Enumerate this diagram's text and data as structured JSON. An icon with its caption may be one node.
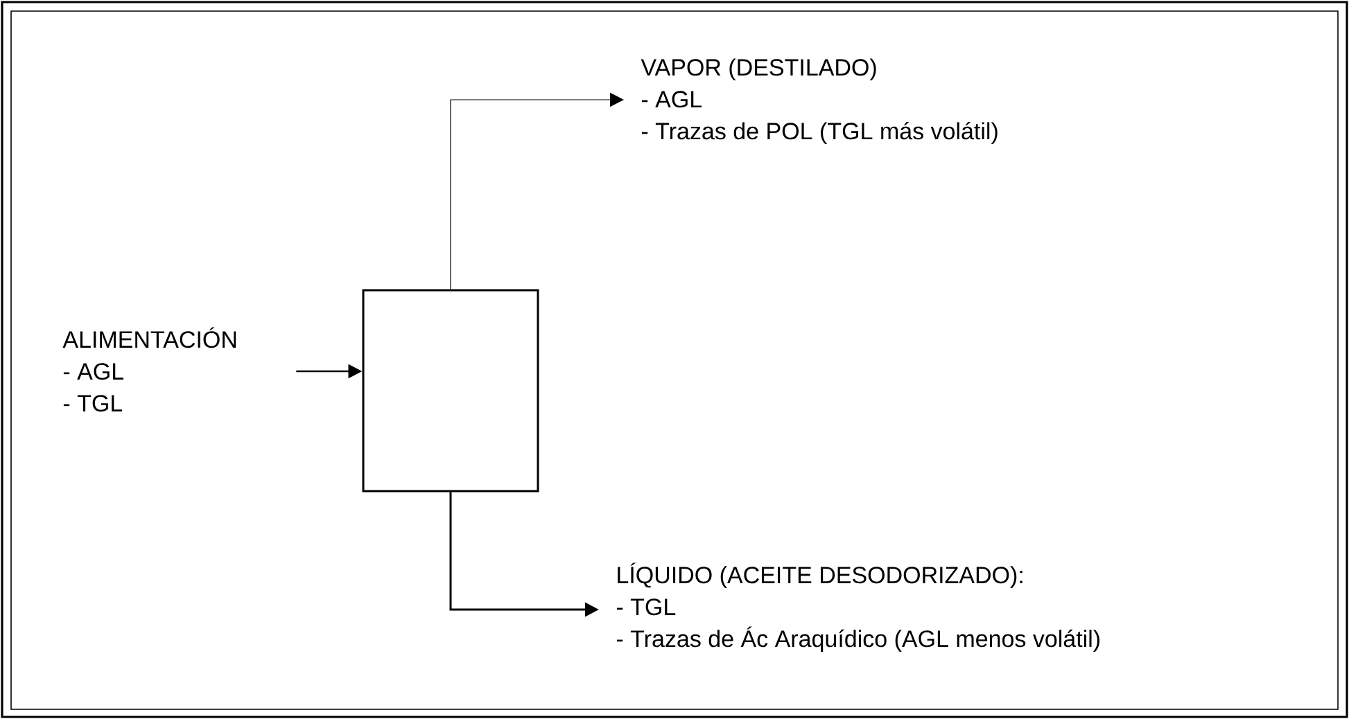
{
  "diagram": {
    "nodes": [
      {
        "text": [
          "ALIMENTACIÓN",
          "- AGL",
          "- TGL"
        ]
      },
      {
        "text": [],
        "shape": "box"
      },
      {
        "text": [
          "VAPOR (DESTILADO)",
          "- AGL",
          "- Trazas de POL  (TGL más volátil)"
        ]
      },
      {
        "text": [
          "LÍQUIDO (ACEITE DESODORIZADO):",
          "- TGL",
          "- Trazas de Ác  Araquídico (AGL menos volátil)"
        ]
      }
    ],
    "edges": [
      {
        "from": 0,
        "to": 1,
        "arrow": "to"
      },
      {
        "from": 1,
        "to": 2,
        "arrow": "to"
      },
      {
        "from": 1,
        "to": 3,
        "arrow": "to"
      }
    ]
  }
}
